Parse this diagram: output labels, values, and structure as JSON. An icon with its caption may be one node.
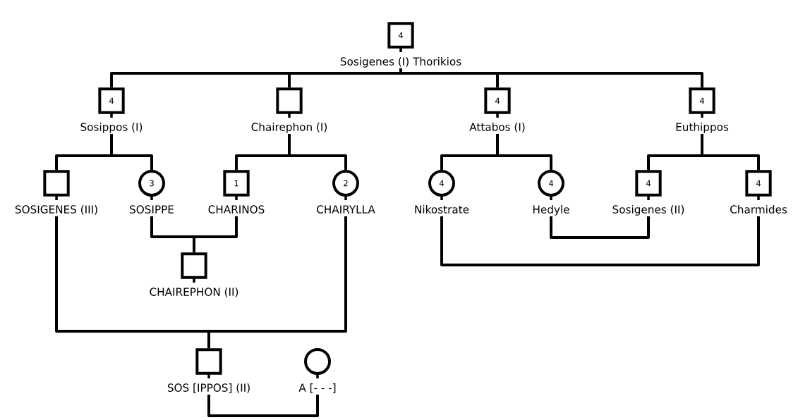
{
  "diagram": {
    "nodes": [
      {
        "text": [
          "4"
        ],
        "beside": [
          "Sosigenes (I) Thorikios"
        ]
      },
      {
        "text": [
          "4"
        ],
        "beside": [
          "Sosippos (I)"
        ]
      },
      {
        "text": [],
        "shape": "square",
        "beside": [
          "Chairephon (I)"
        ]
      },
      {
        "text": [
          "4"
        ],
        "beside": [
          "Attabos (I)"
        ]
      },
      {
        "text": [
          "4"
        ],
        "beside": [
          "Euthippos"
        ]
      },
      {
        "text": [],
        "shape": "square",
        "beside": [
          "SOSIGENES (III)"
        ]
      },
      {
        "text": [
          "3"
        ],
        "beside": [
          "SOSIPPE"
        ]
      },
      {
        "text": [
          "1"
        ],
        "beside": [
          "CHARINOS"
        ]
      },
      {
        "text": [
          "2"
        ],
        "beside": [
          "CHAIRYLLA"
        ]
      },
      {
        "text": [
          "4"
        ],
        "beside": [
          "Nikostrate"
        ]
      },
      {
        "text": [
          "4"
        ],
        "beside": [
          "Hedyle"
        ]
      },
      {
        "text": [
          "4"
        ],
        "beside": [
          "Sosigenes (II)"
        ]
      },
      {
        "text": [
          "4"
        ],
        "beside": [
          "Charmides"
        ]
      },
      {
        "text": [],
        "shape": "square",
        "beside": [
          "CHAIREPHON (II)"
        ]
      },
      {
        "text": [],
        "shape": "square",
        "beside": [
          "SOS [IPPOS] (II)"
        ]
      },
      {
        "text": [],
        "shape": "circle",
        "beside": [
          "A [- - -]"
        ]
      }
    ],
    "edges": [
      {
        "from": 0,
        "to": 1,
        "arrow": "none"
      },
      {
        "from": 0,
        "to": 2,
        "arrow": "none"
      },
      {
        "from": 0,
        "to": 3,
        "arrow": "none"
      },
      {
        "from": 0,
        "to": 4,
        "arrow": "none"
      },
      {
        "from": 1,
        "to": 5,
        "arrow": "none"
      },
      {
        "from": 1,
        "to": 6,
        "arrow": "none"
      },
      {
        "from": 2,
        "to": 7,
        "arrow": "none"
      },
      {
        "from": 2,
        "to": 8,
        "arrow": "none"
      },
      {
        "from": 3,
        "to": 9,
        "arrow": "none"
      },
      {
        "from": 3,
        "to": 10,
        "arrow": "none"
      },
      {
        "from": 4,
        "to": 11,
        "arrow": "none"
      },
      {
        "from": 4,
        "to": 12,
        "arrow": "none"
      },
      {
        "from": 6,
        "to": 13,
        "arrow": "none"
      },
      {
        "from": 7,
        "to": 13,
        "arrow": "none"
      },
      {
        "from": 10,
        "to": 11,
        "arrow": "none"
      },
      {
        "from": 9,
        "to": 12,
        "arrow": "none"
      },
      {
        "from": 5,
        "to": 14,
        "arrow": "none"
      },
      {
        "from": 8,
        "to": 14,
        "arrow": "none"
      },
      {
        "from": 14,
        "to": 15,
        "arrow": "none"
      }
    ]
  }
}
